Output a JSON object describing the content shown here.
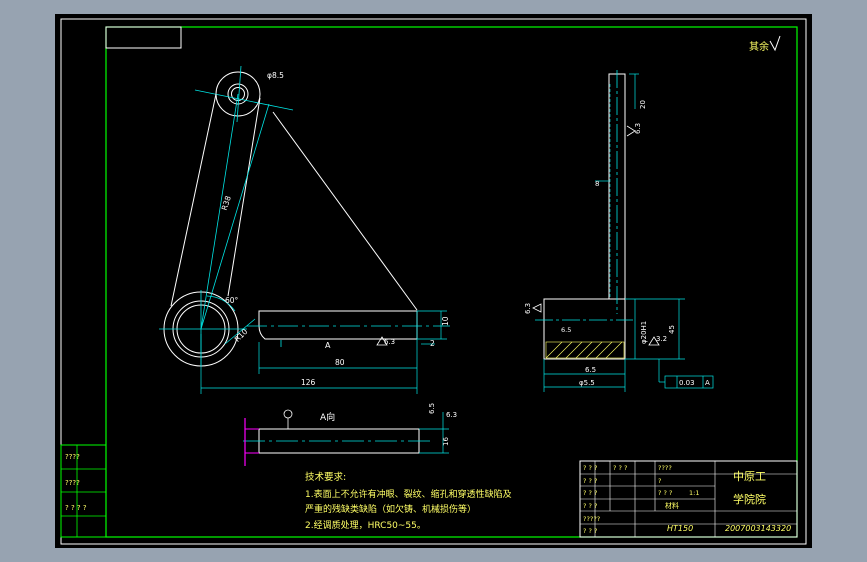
{
  "surface_roughness_note": "其余",
  "dims": {
    "hole_dia": "φ8.5",
    "length_r": "R38",
    "angle": "60°",
    "boss_r": "R10",
    "thick_10": "10",
    "dim_2": "2",
    "len_80": "80",
    "len_126": "126",
    "dim_6_5": "6.5",
    "dim_16": "16",
    "side_20": "20",
    "side_6_3": "6.3",
    "side_8": "8",
    "bore": "φ20H1",
    "side_6_3b": "6.3",
    "side_3_2": "3.2",
    "side_45": "45",
    "side_6_5": "6.5",
    "side_dia55": "φ5.5",
    "datum_a_small": "A",
    "tolerance_value": "0.03",
    "tolerance_datum": "A",
    "view_label": "A向",
    "rough_6_3": "6.3"
  },
  "tech_req": {
    "title": "技术要求:",
    "line1": "1.表面上不允许有冲眼、裂纹、缩孔和穿透性缺陷及",
    "line2": "严重的残缺类缺陷（如欠铸、机械损伤等）",
    "line3": "2.经调质处理，HRC50~55。"
  },
  "left_table": {
    "row1": "????",
    "row2": "????",
    "row3": "? ? ? ?"
  },
  "title_block": {
    "school_line1": "中原工",
    "school_line2": "学院院",
    "material": "HT150",
    "drawing_no": "2007003143320",
    "material_label": "材料",
    "qmarks_a": "?",
    "qmarks_b": "? ? ?",
    "qmarks_c": "????",
    "qmarks_d": "?????",
    "scale": "1:1"
  }
}
